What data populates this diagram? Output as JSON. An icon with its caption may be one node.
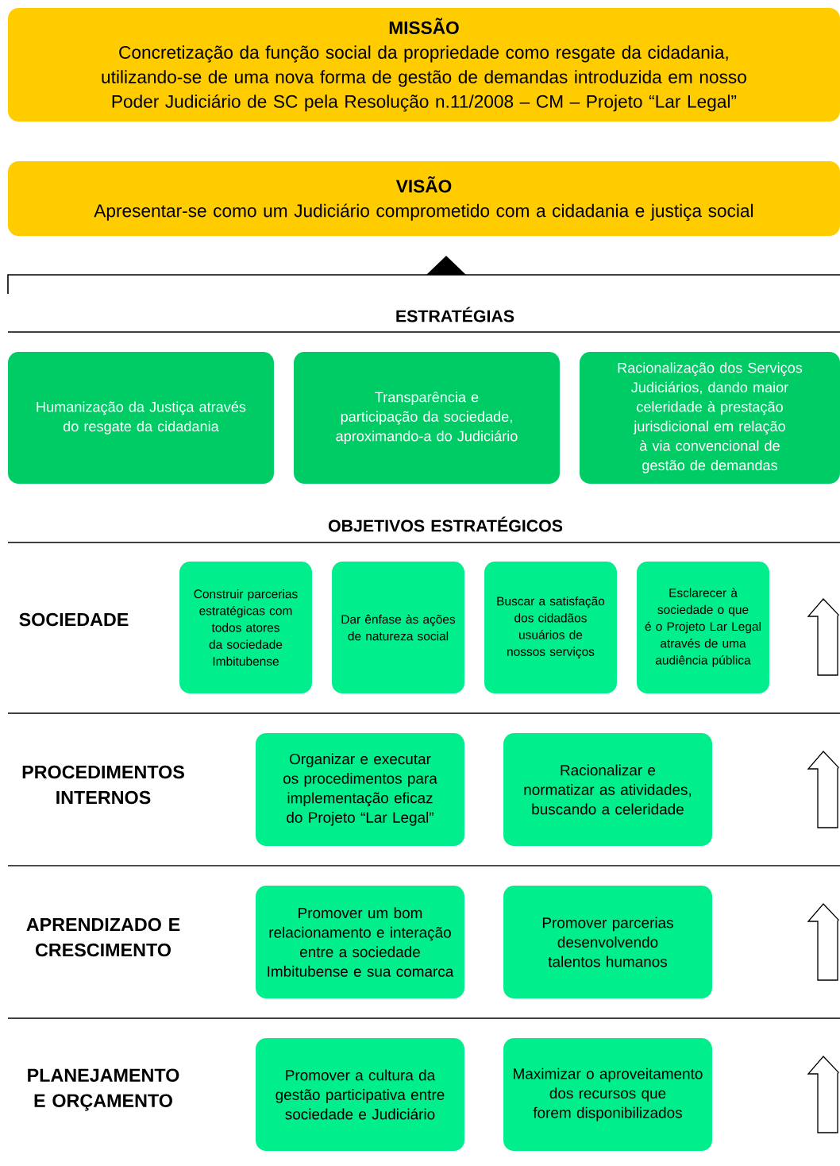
{
  "diagram": {
    "nodes": [
      {
        "text": [
          "MISSÃO",
          "Concretização da função social da propriedade como resgate da cidadania, utilizando-se de uma nova forma de gestão de demandas introduzida em nosso Poder Judiciário de SC pela Resolução n.11/2008 – CM – Projeto “Lar Legal”"
        ]
      },
      {
        "text": [
          "VISÃO",
          "Apresentar-se como um Judiciário comprometido com a cidadania e justiça social"
        ]
      },
      {
        "text": [
          "Humanização da Justiça através do resgate da cidadania"
        ]
      },
      {
        "text": [
          "Transparência e participação da sociedade, aproximando-a do Judiciário"
        ]
      },
      {
        "text": [
          "Racionalização dos Serviços Judiciários, dando maior celeridade à prestação jurisdicional em relação à via convencional de gestão de demandas"
        ]
      },
      {
        "text": [
          "Construir parcerias estratégicas com todos atores da sociedade Imbitubense"
        ]
      },
      {
        "text": [
          "Dar ênfase às ações de natureza social"
        ]
      },
      {
        "text": [
          "Buscar a satisfação dos cidadãos usuários de nossos serviços"
        ]
      },
      {
        "text": [
          "Esclarecer à sociedade o que é o Projeto Lar Legal através de uma audiência pública"
        ]
      },
      {
        "text": [
          "Organizar e executar os procedimentos para implementação eficaz do Projeto “Lar Legal”"
        ]
      },
      {
        "text": [
          "Racionalizar e normatizar as atividades, buscando a celeridade"
        ]
      },
      {
        "text": [
          "Promover um bom relacionamento e interação entre a sociedade Imbitubense e sua comarca"
        ]
      },
      {
        "text": [
          "Promover parcerias desenvolvendo talentos humanos"
        ]
      },
      {
        "text": [
          "Promover a cultura da gestão participativa entre sociedade e Judiciário"
        ]
      },
      {
        "text": [
          "Maximizar o aproveitamento dos recursos que forem disponibilizados"
        ]
      }
    ],
    "edges": [],
    "labels": [
      "ESTRATÉGIAS",
      "OBJETIVOS ESTRATÉGICOS",
      "SOCIEDADE",
      "PROCEDIMENTOS INTERNOS",
      "APRENDIZADO E CRESCIMENTO",
      "PLANEJAMENTO E ORÇAMENTO"
    ]
  }
}
